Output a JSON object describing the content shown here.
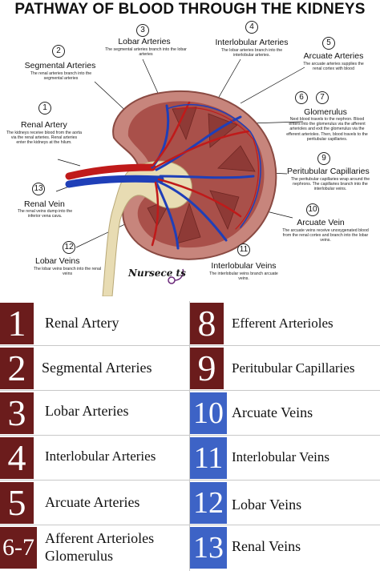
{
  "title": "PATHWAY OF BLOOD THROUGH THE KIDNEYS",
  "logo_text": "Nursece ts",
  "callouts": [
    {
      "num": "1",
      "name": "Renal Artery",
      "desc": "The kidneys receive blood from the aorta via the renal arteries.  Renal arteries enter the kidneys at the hilum."
    },
    {
      "num": "2",
      "name": "Segmental Arteries",
      "desc": "The renal arteries branch into the segmental arteries"
    },
    {
      "num": "3",
      "name": "Lobar Arteries",
      "desc": "The segmental arteries branch into the lobar arteries"
    },
    {
      "num": "4",
      "name": "Interlobular Arteries",
      "desc": "The lobar arteries branch into the interlobular arteries."
    },
    {
      "num": "5",
      "name": "Arcuate Arteries",
      "desc": "The arcuate arteries  supplies the renal cortex with blood"
    },
    {
      "num": "6",
      "num2": "7",
      "name": "Glomerulus",
      "desc": "Next blood travels to the nephron. Blood enters into the glomerulus via the afferent arterioles and exit the glomerulus via the efferent arterioles. Then, blood travels to the peritubular capillaries."
    },
    {
      "num": "9",
      "name": "Peritubular Capillaries",
      "desc": "The peritubular capillaries wrap around the nephrons. The capillaries branch into the interlobular veins."
    },
    {
      "num": "10",
      "name": "Arcuate Vein",
      "desc": "The arcuate veins receive unoxygenated blood from the renal cortex and branch into the lobar veins."
    },
    {
      "num": "11",
      "name": "Interlobular Veins",
      "desc": "The interlobular veins branch arcuate veins."
    },
    {
      "num": "12",
      "name": "Lobar Veins",
      "desc": "The lobar veins branch into the renal veins"
    },
    {
      "num": "13",
      "name": "Renal Vein",
      "desc": "The renal veins dump into the inferior vena cava."
    }
  ],
  "legend": [
    {
      "num": "1",
      "label": "Renal Artery",
      "color": "#6b1c1c"
    },
    {
      "num": "2",
      "label": "Segmental Arteries",
      "color": "#6b1c1c"
    },
    {
      "num": "3",
      "label": "Lobar Arteries",
      "color": "#6b1c1c"
    },
    {
      "num": "4",
      "label": "Interlobular Arteries",
      "color": "#6b1c1c"
    },
    {
      "num": "5",
      "label": "Arcuate Arteries",
      "color": "#6b1c1c"
    },
    {
      "num": "6-7",
      "label": "Afferent Arterioles",
      "label2": "Glomerulus",
      "color": "#6b1c1c"
    },
    {
      "num": "8",
      "label": "Efferent Arterioles",
      "color": "#6b1c1c"
    },
    {
      "num": "9",
      "label": "Peritubular Capillaries",
      "color": "#6b1c1c"
    },
    {
      "num": "10",
      "label": "Arcuate Veins",
      "color": "#3d63c6"
    },
    {
      "num": "11",
      "label": "Interlobular Veins",
      "color": "#3d63c6"
    },
    {
      "num": "12",
      "label": "Lobar Veins",
      "color": "#3d63c6"
    },
    {
      "num": "13",
      "label": "Renal Veins",
      "color": "#3d63c6"
    }
  ]
}
